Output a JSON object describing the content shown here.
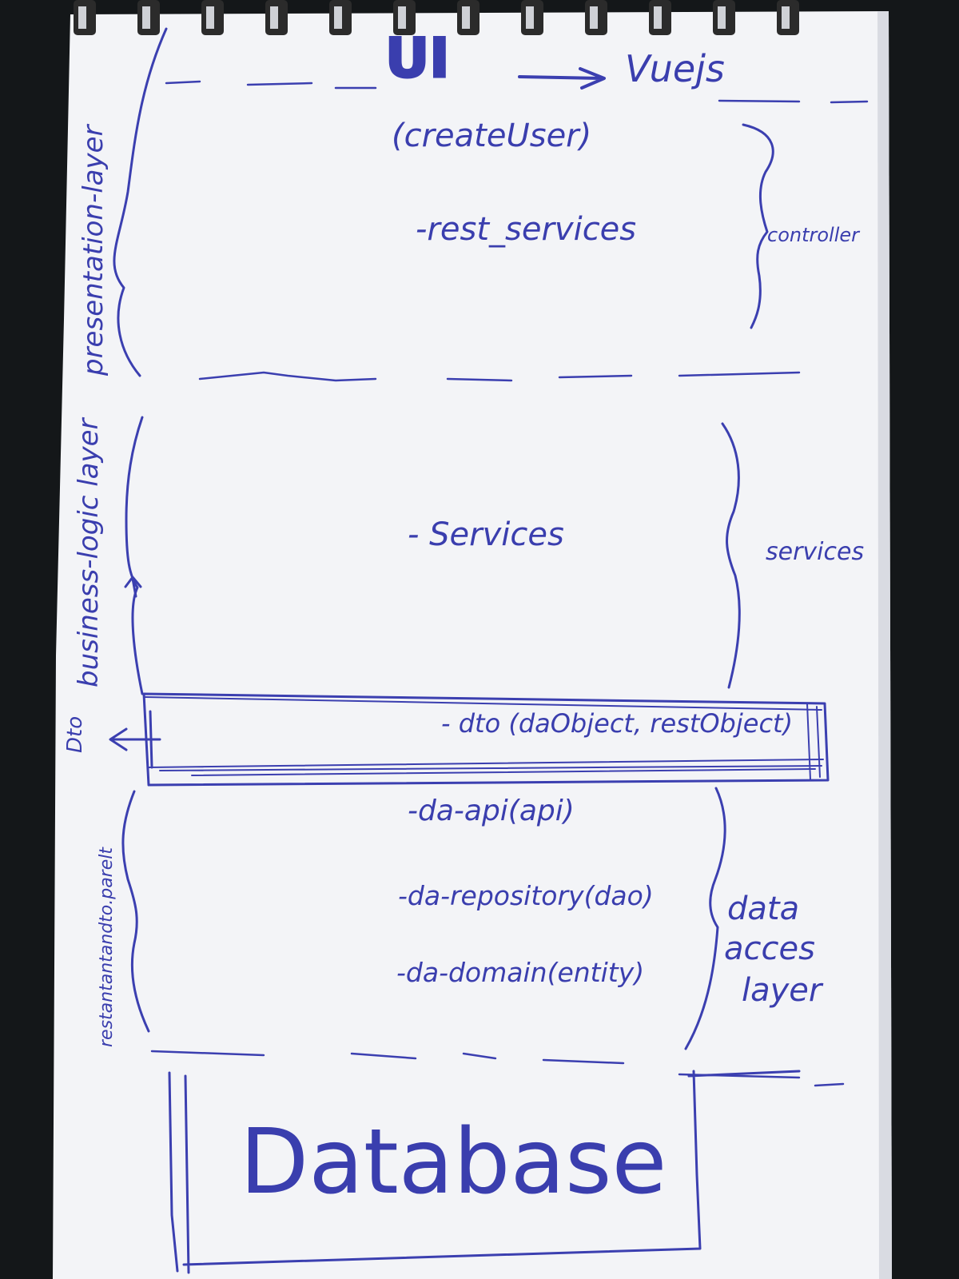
{
  "header": {
    "ui_label": "UI",
    "arrow_glyph": "→",
    "framework_label": "Vuejs"
  },
  "presentation_layer": {
    "side_label": "presentation-layer",
    "items": [
      "(createUser)",
      "-rest_services"
    ],
    "bracket_label": "controller"
  },
  "business_logic_layer": {
    "side_label": "business-logic layer",
    "items": [
      "- Services"
    ],
    "bracket_label": "services"
  },
  "dto_band": {
    "text": "- dto (daObject, restObject)",
    "side_label": "Dto",
    "arrow_glyph": "←"
  },
  "data_access_layer": {
    "side_label": "restantantandto.parelt",
    "items": [
      "-da-api(api)",
      "-da-repository(dao)",
      "-da-domain(entity)"
    ],
    "bracket_label_lines": [
      "data",
      "acces",
      "layer"
    ]
  },
  "database": {
    "label": "Database"
  },
  "colors": {
    "paper": "#f3f4f7",
    "ink": "#3a3eae",
    "background": "#141719",
    "spiral": "#2b2b2b"
  },
  "icons": [
    "spiral-binding-icon",
    "right-arrow-icon",
    "left-arrow-icon",
    "up-arrow-icon",
    "curly-brace-icon"
  ]
}
